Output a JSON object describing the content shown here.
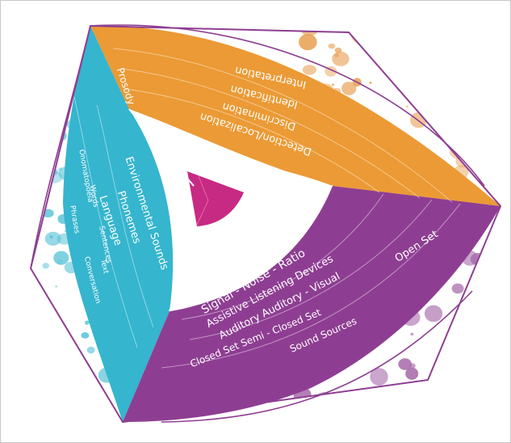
{
  "colors": {
    "orange": "#eb9a35",
    "orange_dot": "#e8a358",
    "purple": "#8e3e92",
    "purple_dot": "#a86cab",
    "cyan": "#35b5ce",
    "cyan_dot": "#5fc5d8",
    "magenta": "#c72a83",
    "outline": "#8e3e92"
  },
  "orange_face": {
    "items": [
      "Detection/Localization",
      "Discrimination",
      "Identification",
      "Interpretation"
    ]
  },
  "cyan_face": {
    "items": [
      "Prosody",
      "Environmental Sounds",
      "Phonemes",
      "Language"
    ],
    "language_sub": [
      "Onomatopoeia",
      "Words",
      "Phrases",
      "Sentences",
      "Text",
      "Conversation"
    ]
  },
  "purple_face": {
    "items": [
      "Signal - Noise - Ratio",
      "Assistive Listening Devices",
      "Auditory   Auditory - Visual",
      "Open Set",
      "Closed Set   Semi - Closed Set",
      "Sound Sources"
    ]
  }
}
